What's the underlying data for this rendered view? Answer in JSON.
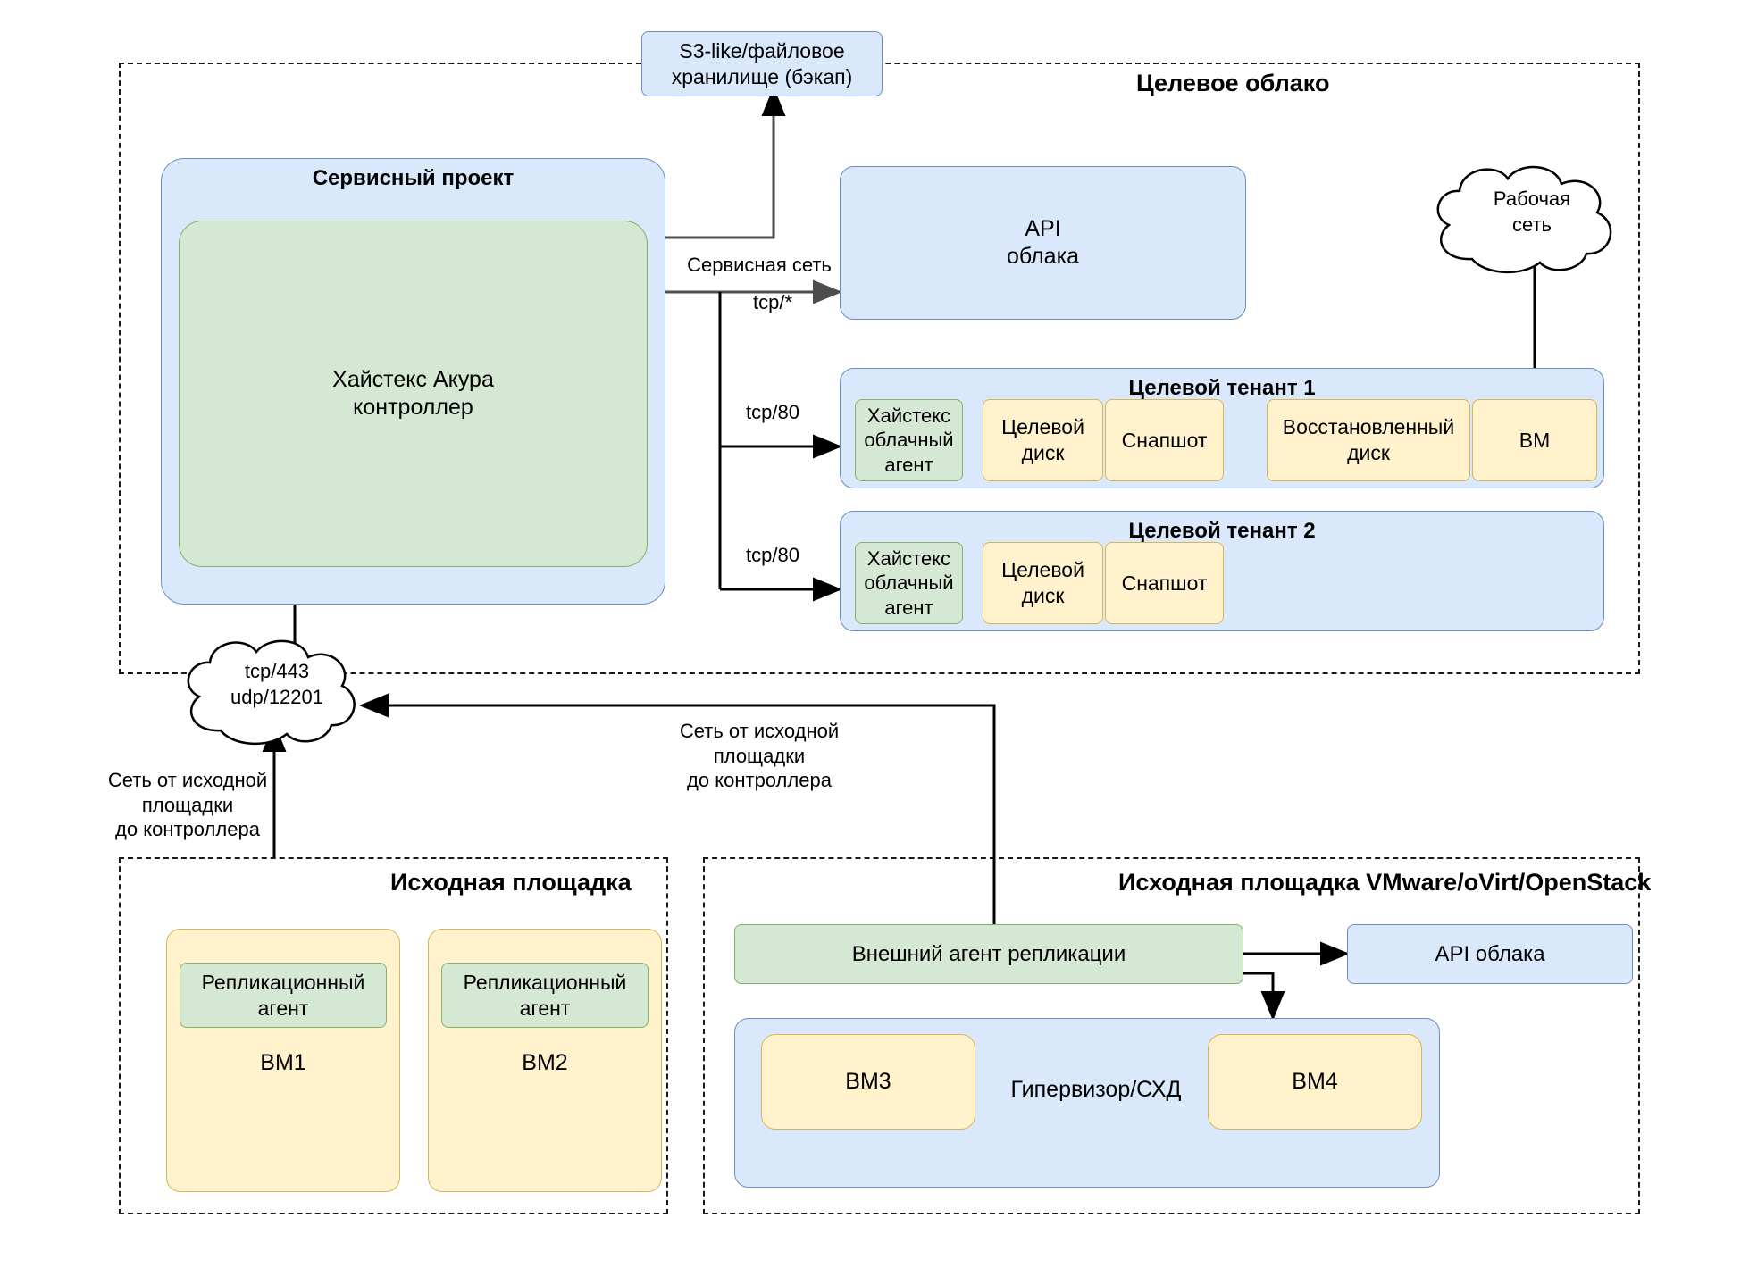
{
  "diagram": {
    "title_target_cloud": "Целевое облако",
    "title_source_site": "Исходная площадка",
    "title_source_site_virt": "Исходная площадка VMware/oVirt/OpenStack"
  },
  "nodes": {
    "s3_backup": "S3-like/файловое\nхранилище (бэкап)",
    "service_project": "Сервисный проект",
    "controller": "Хайстекс Акура\nконтроллер",
    "api_cloud_top": "API\nоблака",
    "api_cloud_bottom": "API облака",
    "work_network": "Рабочая\nсеть",
    "tenant1_title": "Целевой тенант 1",
    "tenant2_title": "Целевой тенант 2",
    "cloud_agent": "Хайстекс\nоблачный\nагент",
    "target_disk": "Целевой\nдиск",
    "snapshot": "Снапшот",
    "restored_disk": "Восстановленный\nдиск",
    "vm": "ВМ",
    "replication_agent": "Репликационный\nагент",
    "vm1": "ВМ1",
    "vm2": "ВМ2",
    "vm3": "ВМ3",
    "vm4": "ВМ4",
    "hypervisor": "Гипервизор/СХД",
    "external_replication_agent": "Внешний агент репликации"
  },
  "network_cloud": {
    "ports": "tcp/443\nudp/12201"
  },
  "edge_labels": {
    "service_network": "Сервисная сеть",
    "tcp_any": "tcp/*",
    "tcp80_tenant1": "tcp/80",
    "tcp80_tenant2": "tcp/80",
    "net_src_to_controller_left": "Сеть от исходной\nплощадки\nдо контроллера",
    "net_src_to_controller_right": "Сеть от исходной\nплощадки\nдо контроллера"
  },
  "colors": {
    "blue_fill": "#dae8fc",
    "blue_stroke": "#6c8ebf",
    "green_fill": "#d5e8d4",
    "green_stroke": "#82b366",
    "yellow_fill": "#fff2cc",
    "yellow_stroke": "#d6b656",
    "line": "#000000",
    "line_gray": "#4d4d4d"
  }
}
